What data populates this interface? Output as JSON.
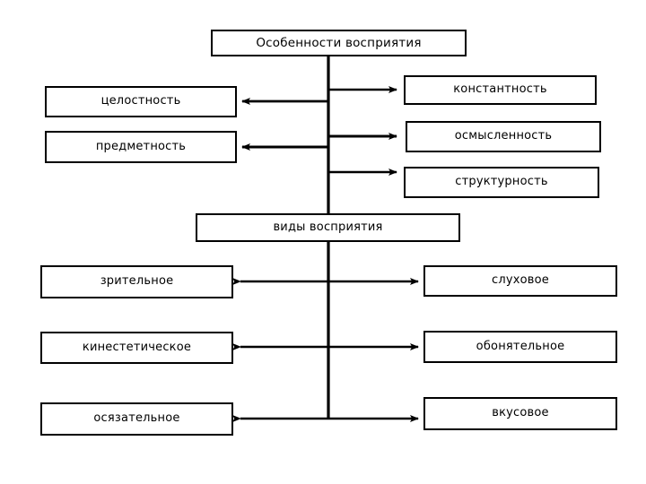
{
  "diagram": {
    "title_box": {
      "label": "Особенности восприятия"
    },
    "section_box": {
      "label": "виды восприятия"
    },
    "features": {
      "left": [
        {
          "label": "целостность"
        },
        {
          "label": "предметность"
        }
      ],
      "right": [
        {
          "label": "константность"
        },
        {
          "label": "осмысленность"
        },
        {
          "label": "структурность"
        }
      ]
    },
    "kinds": {
      "left": [
        {
          "label": "зрительное"
        },
        {
          "label": "кинестетическое"
        },
        {
          "label": "осязательное"
        }
      ],
      "right": [
        {
          "label": "слуховое"
        },
        {
          "label": "обонятельное"
        },
        {
          "label": "вкусовое"
        }
      ]
    },
    "colors": {
      "stroke": "#000000",
      "fill": "#ffffff",
      "text": "#000000"
    }
  }
}
